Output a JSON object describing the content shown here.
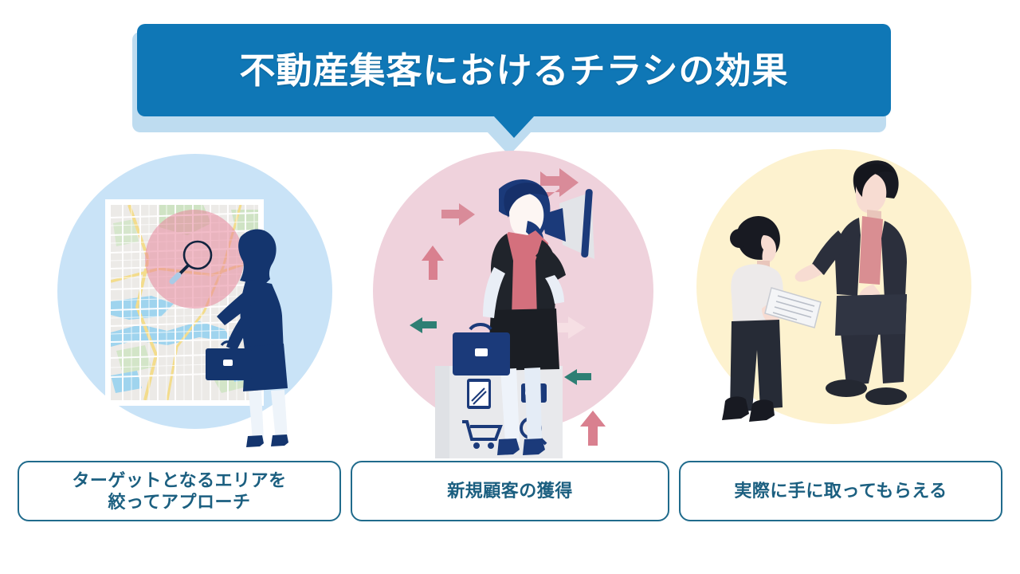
{
  "banner": {
    "title": "不動産集客におけるチラシの効果",
    "bg_color": "#0f77b6",
    "shadow_color": "#bedcf0",
    "text_color": "#ffffff"
  },
  "panels": [
    {
      "id": "targeted-area",
      "circle_color": "#c9e3f7",
      "illustration": "woman-with-map-and-magnifier",
      "icons": [
        "map-card",
        "magnifier-icon",
        "briefcase-icon",
        "target-circle"
      ]
    },
    {
      "id": "new-customers",
      "circle_color": "#efd2dc",
      "illustration": "woman-with-megaphone-and-arrows",
      "icons": [
        "megaphone-icon",
        "briefcase-icon",
        "tablet-icon",
        "camera-icon",
        "shopping-cart-icon",
        "magnifier-icon",
        "arrow-icon"
      ]
    },
    {
      "id": "handing-flyer",
      "circle_color": "#fdf2cf",
      "illustration": "woman-handing-flyer-to-man",
      "icons": [
        "flyer-icon"
      ]
    }
  ],
  "captions": [
    {
      "text": "ターゲットとなるエリアを\n絞ってアプローチ",
      "border_color": "#206b8c",
      "text_color": "#1b5f80"
    },
    {
      "text": "新規顧客の獲得",
      "border_color": "#206b8c",
      "text_color": "#1b5f80"
    },
    {
      "text": "実際に手に取ってもらえる",
      "border_color": "#206b8c",
      "text_color": "#1b5f80"
    }
  ]
}
